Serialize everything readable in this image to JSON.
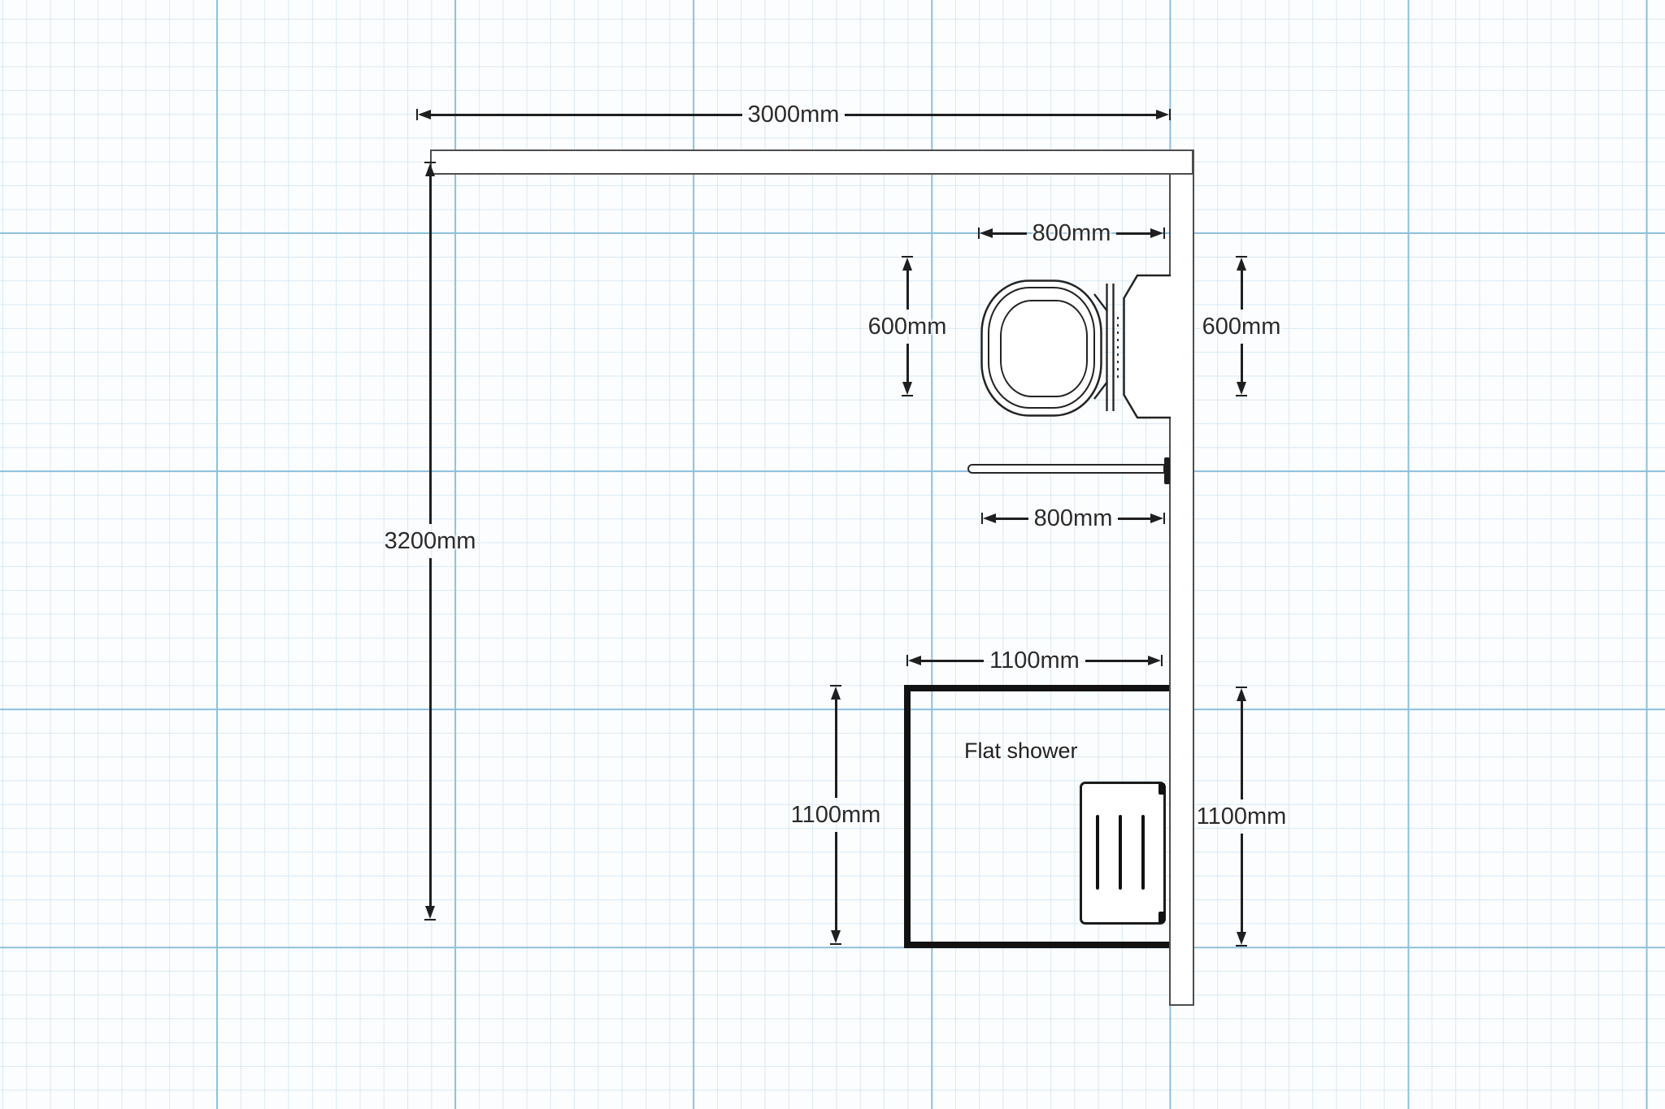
{
  "canvas": {
    "type": "floor-plan-grid",
    "background_color": "#fcfdff",
    "grid_minor_color": "#d9e8f3",
    "grid_major_color": "#8cc0dc",
    "line_color": "#1f1f1f"
  },
  "plan": {
    "walls": [
      {
        "name": "top-wall"
      },
      {
        "name": "right-wall"
      }
    ],
    "dimensions": {
      "room_width": {
        "label": "3000mm"
      },
      "room_height": {
        "label": "3200mm"
      },
      "toilet_width": {
        "label": "800mm"
      },
      "toilet_depth_left": {
        "label": "600mm"
      },
      "toilet_depth_right": {
        "label": "600mm"
      },
      "grab_bar_width": {
        "label": "800mm"
      },
      "shower_width": {
        "label": "1100mm"
      },
      "shower_depth_left": {
        "label": "1100mm"
      },
      "shower_depth_right": {
        "label": "1100mm"
      }
    },
    "fixtures": {
      "shower": {
        "label": "Flat shower"
      },
      "toilet": {
        "name": "toilet"
      },
      "grab_bar": {
        "name": "grab-bar"
      },
      "shower_panel": {
        "name": "shower-panel"
      }
    }
  }
}
